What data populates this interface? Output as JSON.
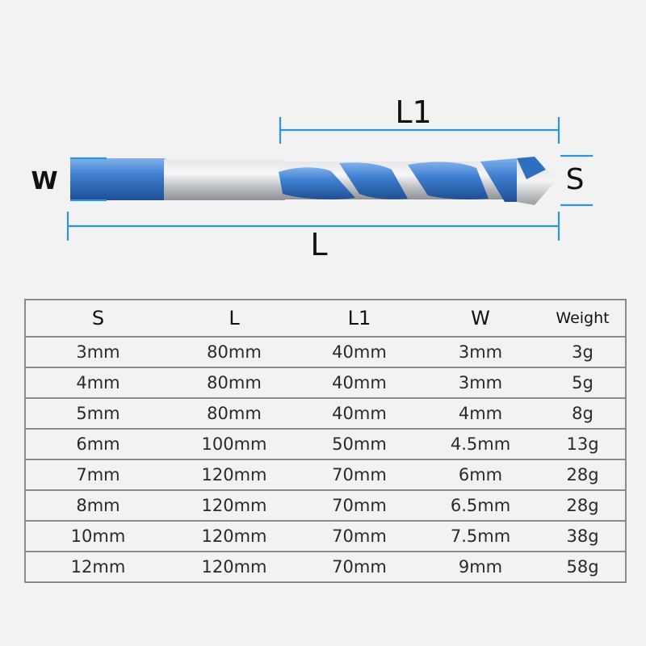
{
  "diagram": {
    "labels": {
      "w": "W",
      "s": "S",
      "l": "L",
      "l1": "L1"
    },
    "colors": {
      "dimension_line": "#2b96d8",
      "blue_coating": "#3a77c9",
      "steel": "#c4c6c9"
    }
  },
  "table": {
    "headers": [
      "S",
      "L",
      "L1",
      "W",
      "Weight"
    ],
    "rows": [
      [
        "3mm",
        "80mm",
        "40mm",
        "3mm",
        "3g"
      ],
      [
        "4mm",
        "80mm",
        "40mm",
        "3mm",
        "5g"
      ],
      [
        "5mm",
        "80mm",
        "40mm",
        "4mm",
        "8g"
      ],
      [
        "6mm",
        "100mm",
        "50mm",
        "4.5mm",
        "13g"
      ],
      [
        "7mm",
        "120mm",
        "70mm",
        "6mm",
        "28g"
      ],
      [
        "8mm",
        "120mm",
        "70mm",
        "6.5mm",
        "28g"
      ],
      [
        "10mm",
        "120mm",
        "70mm",
        "7.5mm",
        "38g"
      ],
      [
        "12mm",
        "120mm",
        "70mm",
        "9mm",
        "58g"
      ]
    ]
  }
}
